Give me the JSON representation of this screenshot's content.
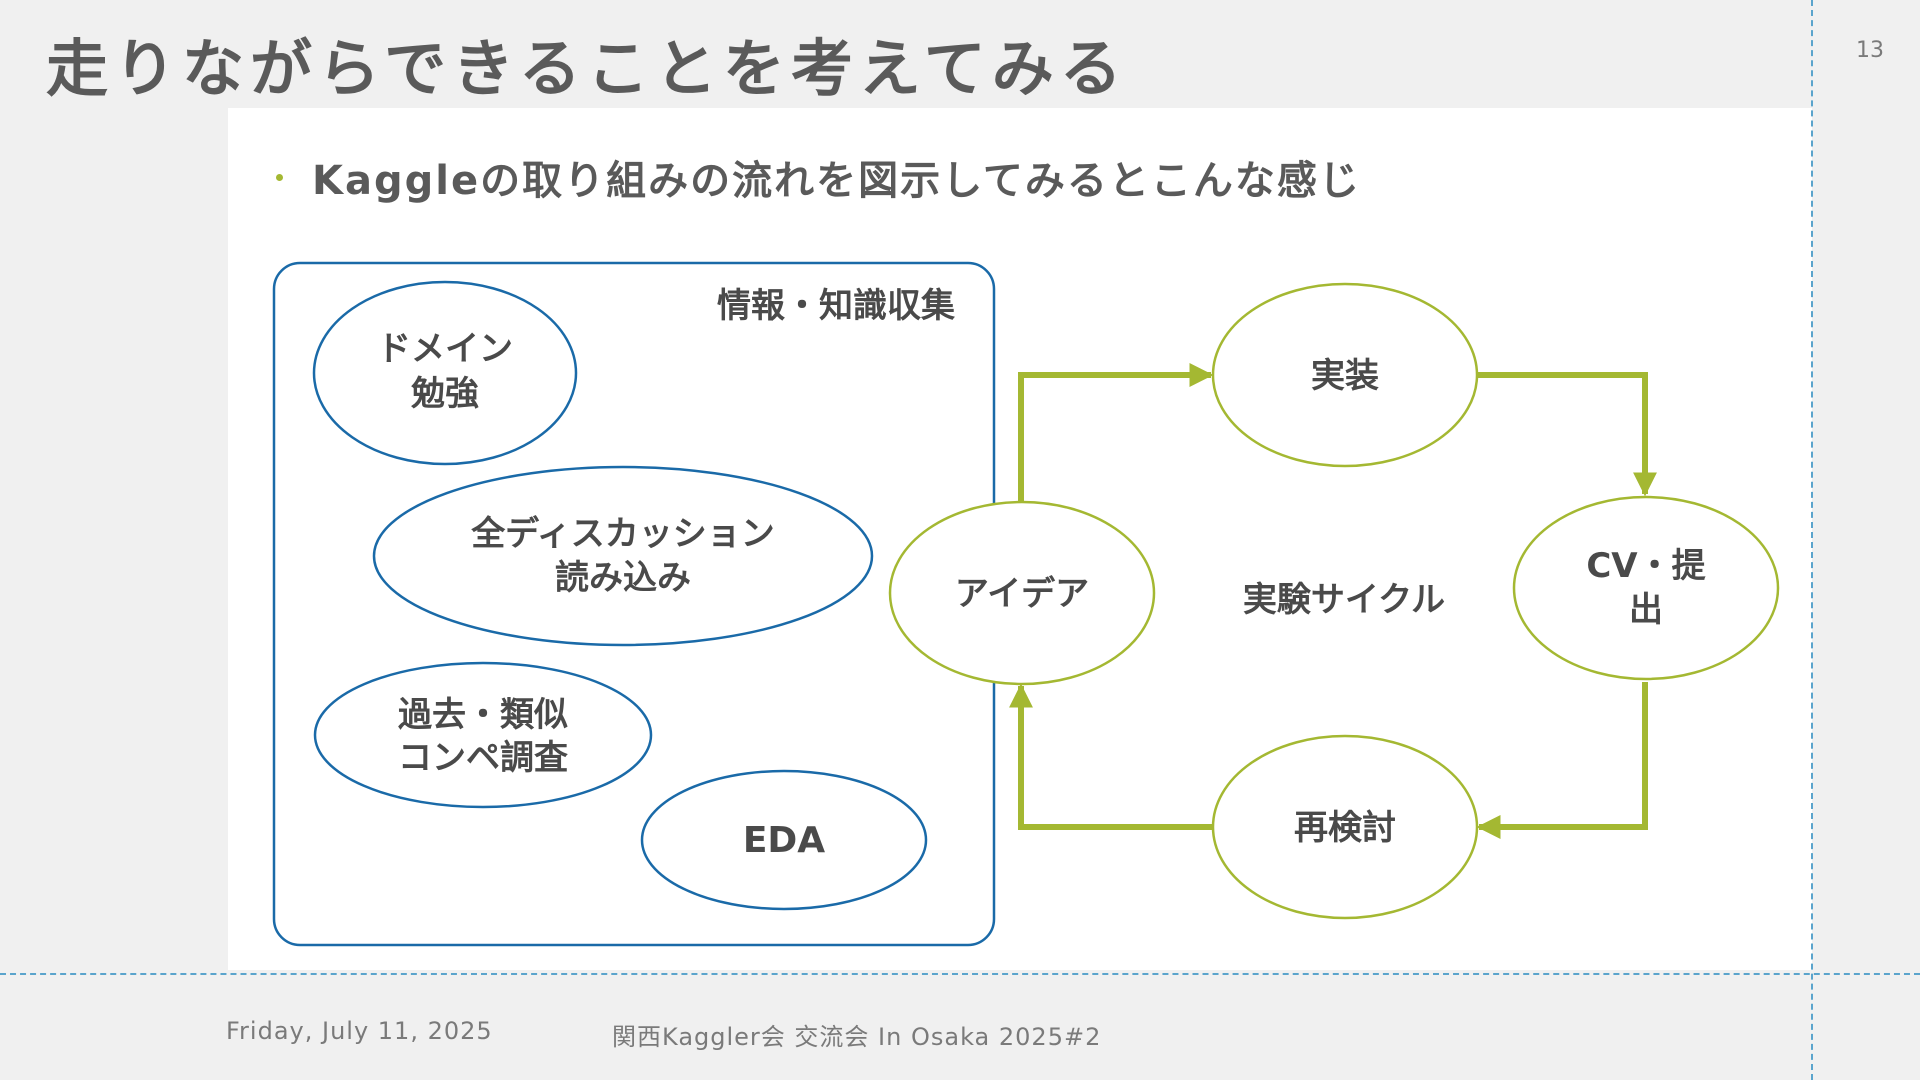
{
  "slide": {
    "title": "走りながらできることを考えてみる",
    "page_number": "13",
    "bullet": "Kaggleの取り組みの流れを図示してみるとこんな感じ"
  },
  "diagram": {
    "group_label": "情報・知識収集",
    "knowledge_nodes": [
      {
        "lines": [
          "ドメイン",
          "勉強"
        ]
      },
      {
        "lines": [
          "全ディスカッション",
          "読み込み"
        ]
      },
      {
        "lines": [
          "過去・類似",
          "コンペ調査"
        ]
      },
      {
        "lines": [
          "EDA"
        ]
      }
    ],
    "cycle_label": "実験サイクル",
    "cycle_nodes": [
      {
        "lines": [
          "アイデア"
        ]
      },
      {
        "lines": [
          "実装"
        ]
      },
      {
        "lines": [
          "CV・提",
          "出"
        ]
      },
      {
        "lines": [
          "再検討"
        ]
      }
    ],
    "colors": {
      "knowledge": "#1a6aa8",
      "cycle": "#a4b832",
      "text": "#4a4a4a"
    }
  },
  "footer": {
    "date": "Friday, July 11, 2025",
    "event": "関西Kaggler会 交流会 In Osaka 2025#2"
  }
}
